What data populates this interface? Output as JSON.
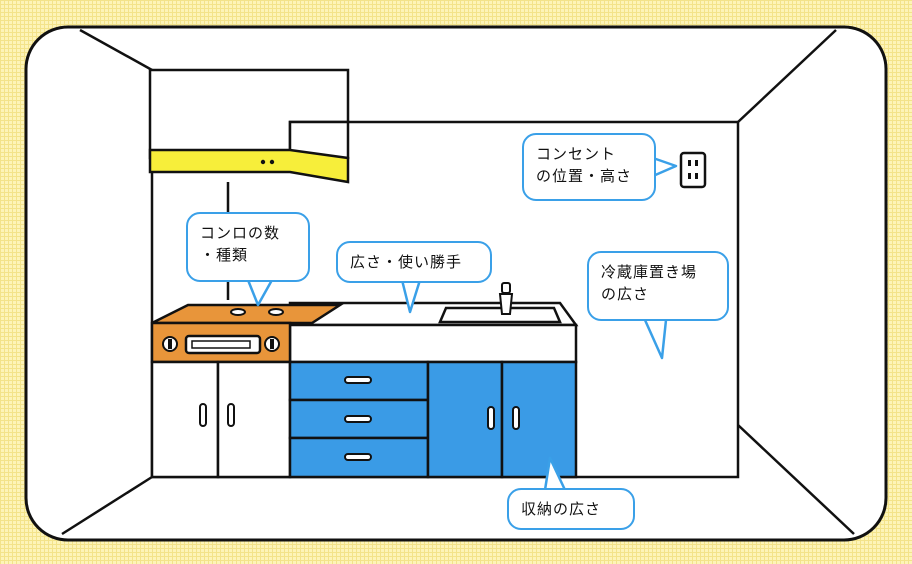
{
  "callouts": {
    "outlet": {
      "lines": [
        "コンセント",
        "の位置・高さ"
      ]
    },
    "stove": {
      "lines": [
        "コンロの数",
        "・種類"
      ]
    },
    "counter": {
      "lines": [
        "広さ・使い勝手"
      ]
    },
    "fridge": {
      "lines": [
        "冷蔵庫置き場",
        "の広さ"
      ]
    },
    "storage": {
      "lines": [
        "収納の広さ"
      ]
    }
  },
  "colors": {
    "accent_blue": "#3aa0e8",
    "cabinet_blue": "#3a9be6",
    "hood_yellow": "#f7ee3a",
    "stove_orange": "#e8953a",
    "background": "#fdf4b8"
  }
}
